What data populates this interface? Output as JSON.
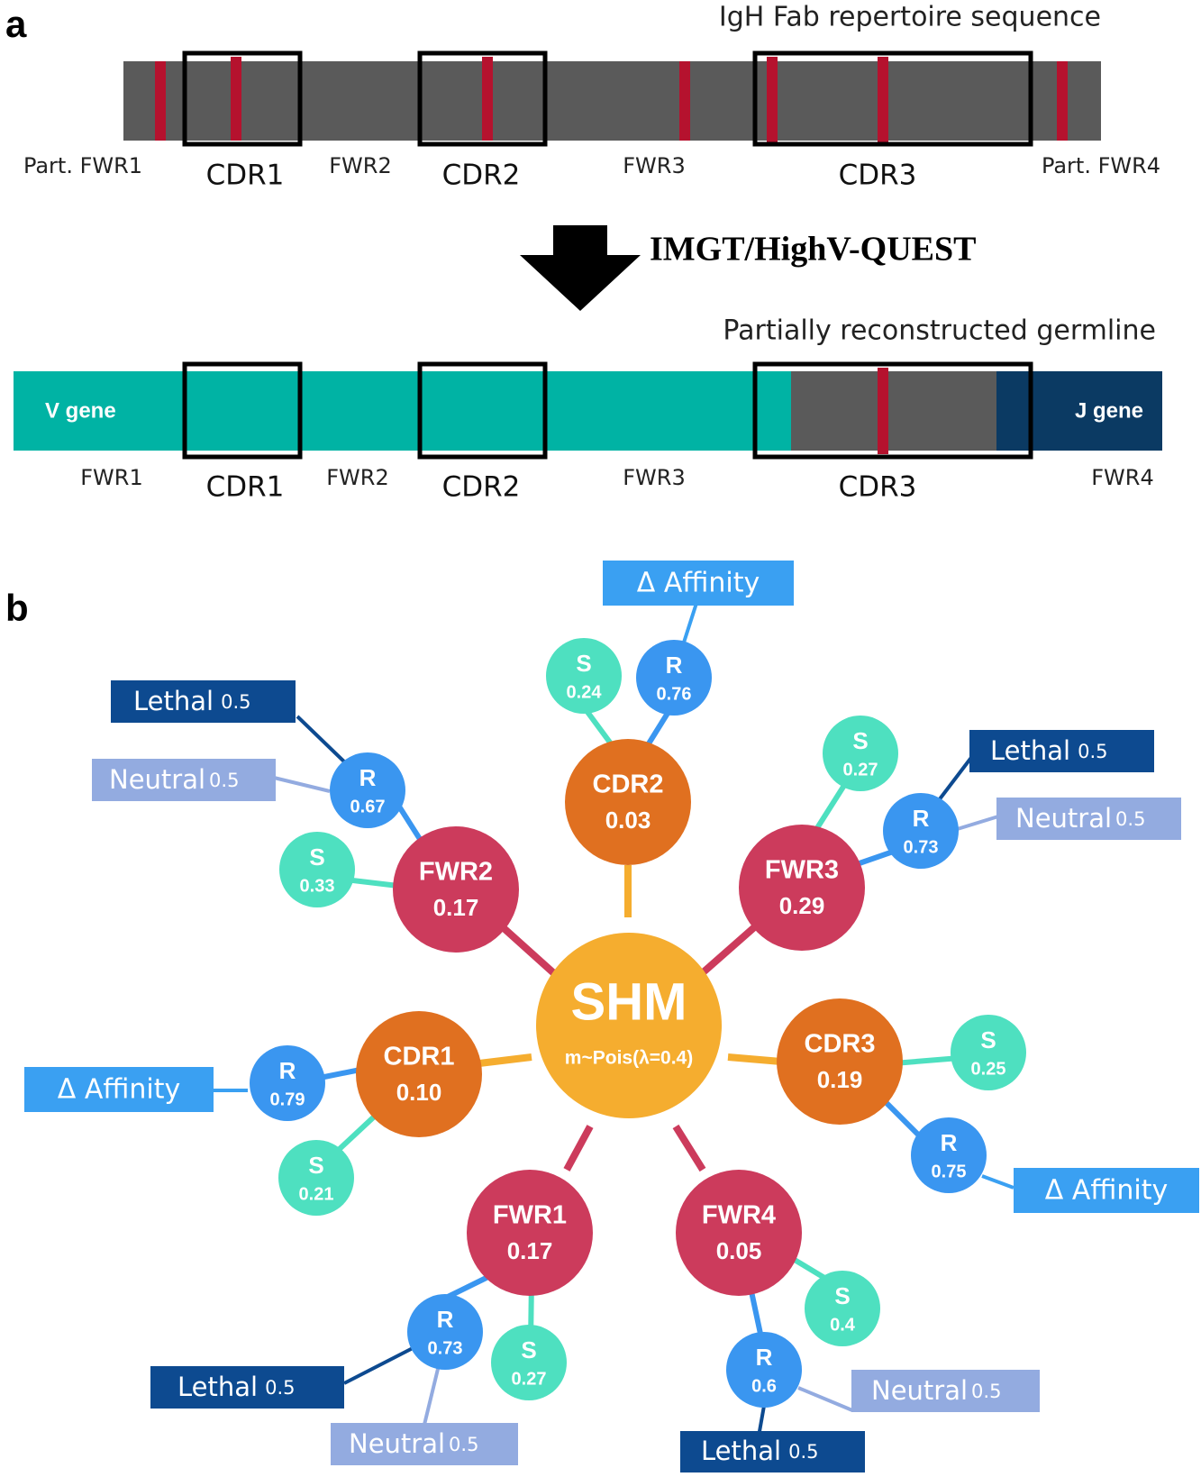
{
  "panel_a": {
    "letter": "a",
    "top_title": "IgH Fab repertoire sequence",
    "top_regions": {
      "pfwr1": "Part. FWR1",
      "cdr1": "CDR1",
      "fwr2": "FWR2",
      "cdr2": "CDR2",
      "fwr3": "FWR3",
      "cdr3": "CDR3",
      "pfwr4": "Part. FWR4"
    },
    "tool": "IMGT/HighV-QUEST",
    "bottom_title": "Partially reconstructed germline",
    "v_gene": "V gene",
    "j_gene": "J gene",
    "bottom_regions": {
      "fwr1": "FWR1",
      "cdr1": "CDR1",
      "fwr2": "FWR2",
      "cdr2": "CDR2",
      "fwr3": "FWR3",
      "cdr3": "CDR3",
      "fwr4": "FWR4"
    },
    "colors": {
      "sequence": "#5a5a5a",
      "mutation": "#b5122e",
      "v_gene": "#00b3a4",
      "j_gene": "#0b3a63"
    }
  },
  "panel_b": {
    "letter": "b",
    "center": {
      "title": "SHM",
      "subtitle": "m~Pois(λ=0.4)"
    },
    "regions": {
      "cdr2": {
        "name": "CDR2",
        "p": "0.03"
      },
      "fwr3": {
        "name": "FWR3",
        "p": "0.29"
      },
      "cdr3": {
        "name": "CDR3",
        "p": "0.19"
      },
      "fwr4": {
        "name": "FWR4",
        "p": "0.05"
      },
      "fwr1": {
        "name": "FWR1",
        "p": "0.17"
      },
      "cdr1": {
        "name": "CDR1",
        "p": "0.10"
      },
      "fwr2": {
        "name": "FWR2",
        "p": "0.17"
      }
    },
    "leaves": {
      "cdr2_s": {
        "k": "S",
        "v": "0.24"
      },
      "cdr2_r": {
        "k": "R",
        "v": "0.76"
      },
      "fwr3_s": {
        "k": "S",
        "v": "0.27"
      },
      "fwr3_r": {
        "k": "R",
        "v": "0.73"
      },
      "cdr3_s": {
        "k": "S",
        "v": "0.25"
      },
      "cdr3_r": {
        "k": "R",
        "v": "0.75"
      },
      "fwr4_s": {
        "k": "S",
        "v": "0.4"
      },
      "fwr4_r": {
        "k": "R",
        "v": "0.6"
      },
      "fwr1_s": {
        "k": "S",
        "v": "0.27"
      },
      "fwr1_r": {
        "k": "R",
        "v": "0.73"
      },
      "cdr1_s": {
        "k": "S",
        "v": "0.21"
      },
      "cdr1_r": {
        "k": "R",
        "v": "0.79"
      },
      "fwr2_s": {
        "k": "S",
        "v": "0.33"
      },
      "fwr2_r": {
        "k": "R",
        "v": "0.67"
      }
    },
    "outcomes": {
      "affinity": "Δ Affinity",
      "lethal": "Lethal",
      "neutral": "Neutral",
      "half": "0.5"
    },
    "colors": {
      "center": "#f5ad2f",
      "cdr": "#e07020",
      "fwr": "#cc3b5c",
      "silent": "#4ee0c0",
      "replacement": "#3a96f0",
      "affinity_box": "#3aa0f2",
      "lethal_box": "#0d4a90",
      "neutral_box": "#93abe0"
    }
  }
}
